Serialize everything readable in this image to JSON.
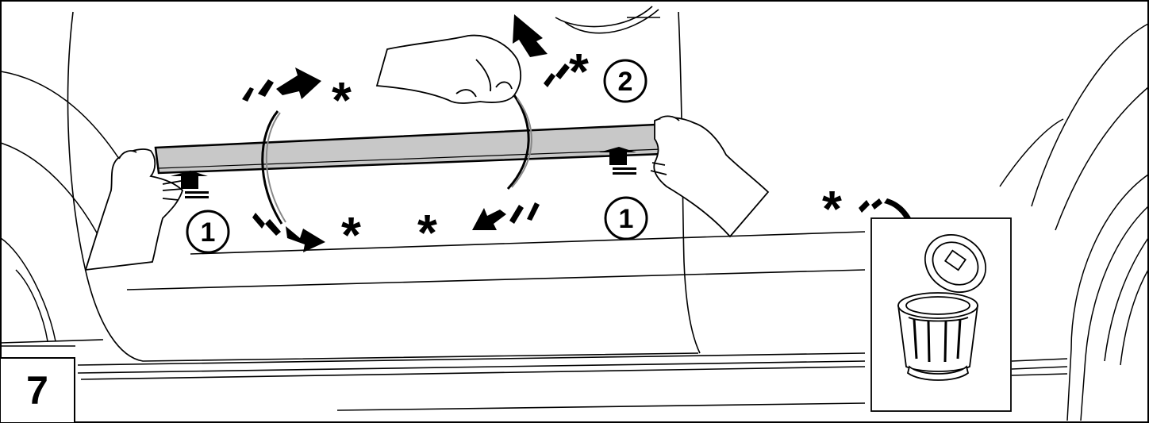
{
  "step": {
    "number": "7"
  },
  "callouts": [
    {
      "label": "1"
    },
    {
      "label": "1"
    },
    {
      "label": "2"
    }
  ],
  "star_symbol": "*",
  "colors": {
    "strip": "#c8c8c8",
    "ink": "#000000",
    "paper": "#ffffff"
  },
  "icons": [
    "hand-icon",
    "arrow-icon",
    "trash-can-icon",
    "trash-lid-icon"
  ]
}
